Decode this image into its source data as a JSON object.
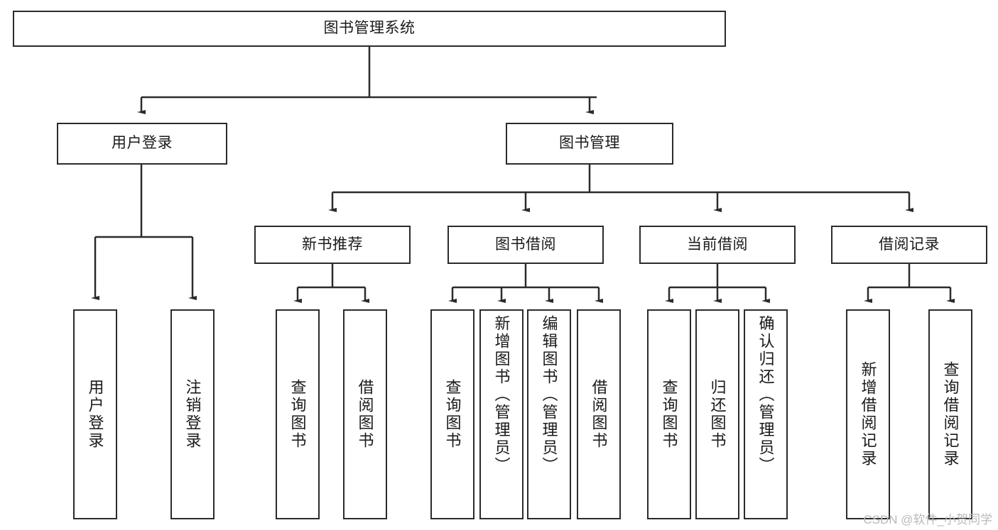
{
  "diagram": {
    "title_node": {
      "label": "图书管理系统"
    },
    "level1": [
      {
        "id": "user-login",
        "label": "用户登录"
      },
      {
        "id": "book-management",
        "label": "图书管理"
      }
    ],
    "level2": [
      {
        "id": "new-book-recommend",
        "label": "新书推荐"
      },
      {
        "id": "book-borrow",
        "label": "图书借阅"
      },
      {
        "id": "current-borrow",
        "label": "当前借阅"
      },
      {
        "id": "borrow-record",
        "label": "借阅记录"
      }
    ],
    "leaves": [
      {
        "id": "leaf-user-login",
        "label": "用户登录",
        "align": "centered"
      },
      {
        "id": "leaf-logout-login",
        "label": "注销登录",
        "align": "centered"
      },
      {
        "id": "leaf-query-book-1",
        "label": "查询图书",
        "align": "centered"
      },
      {
        "id": "leaf-borrow-book-1",
        "label": "借阅图书",
        "align": "centered"
      },
      {
        "id": "leaf-query-book-2",
        "label": "查询图书",
        "align": "centered"
      },
      {
        "id": "leaf-add-book-admin",
        "label": "新增图书（管理员）",
        "align": "top"
      },
      {
        "id": "leaf-edit-book-admin",
        "label": "编辑图书（管理员）",
        "align": "top"
      },
      {
        "id": "leaf-borrow-book-2",
        "label": "借阅图书",
        "align": "centered"
      },
      {
        "id": "leaf-query-book-3",
        "label": "查询图书",
        "align": "centered"
      },
      {
        "id": "leaf-return-book",
        "label": "归还图书",
        "align": "centered"
      },
      {
        "id": "leaf-confirm-return-admin",
        "label": "确认归还（管理员）",
        "align": "top"
      },
      {
        "id": "leaf-add-borrow-record",
        "label": "新增借阅记录",
        "align": "centered"
      },
      {
        "id": "leaf-query-borrow-record",
        "label": "查询借阅记录",
        "align": "centered"
      }
    ],
    "watermark": "CSDN @软件_小贺同学",
    "colors": {
      "stroke": "#2b2b2b",
      "fill": "#ffffff",
      "text": "#1a1a1a",
      "watermark": "#b9b9b9"
    }
  }
}
